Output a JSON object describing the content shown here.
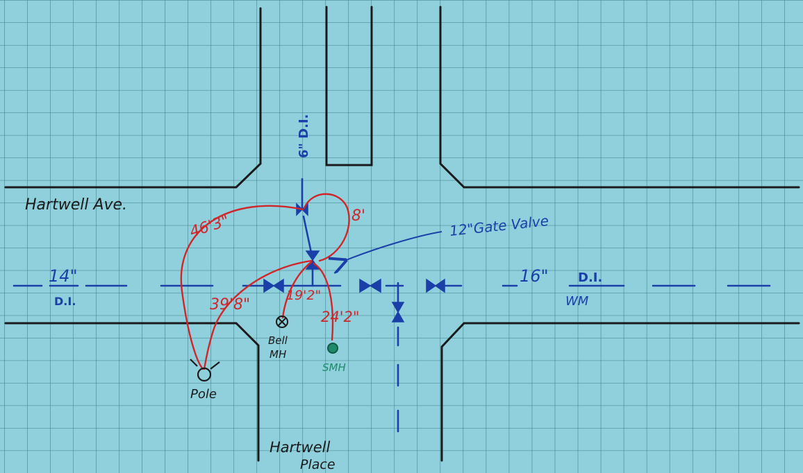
{
  "colors": {
    "paper": "#8fd0dc",
    "grid": "#2f6f78",
    "road": "#1a1a1a",
    "water_main": "#1a3fa8",
    "measure": "#d0262a",
    "sewer": "#1f8a6a"
  },
  "streets": {
    "main_street": "Hartwell Ave.",
    "side_street_line1": "Hartwell",
    "side_street_line2": "Place"
  },
  "water_main": {
    "west_size": "14\"",
    "west_material": "D.I.",
    "east_size": "16\"",
    "east_material": "D.I.",
    "east_label": "WM",
    "branch_size": "6\" D.I."
  },
  "callouts": {
    "gate_valve": "12\"Gate Valve"
  },
  "features": {
    "pole": "Pole",
    "bell_mh_line1": "Bell",
    "bell_mh_line2": "MH",
    "smh": "SMH"
  },
  "measurements": {
    "ties_to_pole_upper": "46'3\"",
    "valve_to_valve": "8'",
    "ties_to_pole_lower": "39'8\"",
    "to_bell_mh": "19'2\"",
    "to_smh": "24'2\""
  },
  "icons": [
    "gate-valve-icon",
    "utility-pole-icon",
    "manhole-icon",
    "sewer-manhole-icon",
    "arrow-icon"
  ]
}
